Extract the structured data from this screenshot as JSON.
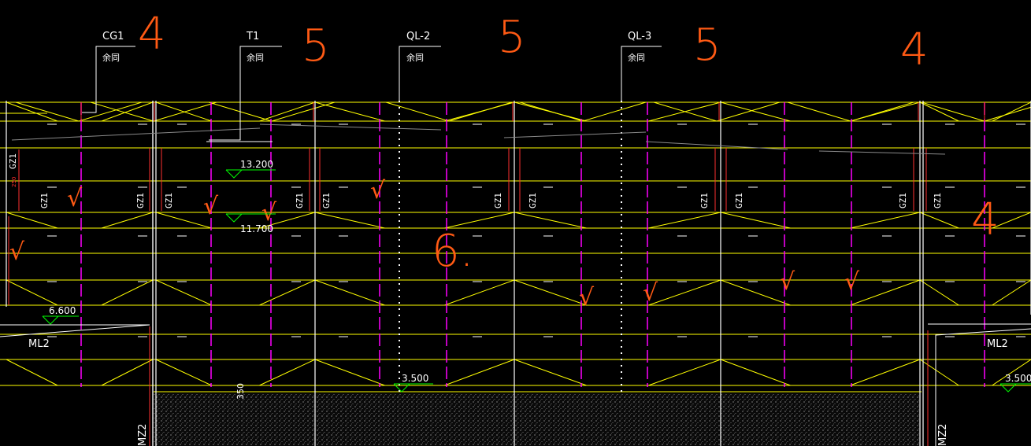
{
  "colors": {
    "background": "#000000",
    "wall": "#ffffff",
    "beam": "#ffff00",
    "rebar": "#ff00ff",
    "red": "#ff3030",
    "annotation": "#ff5a14",
    "elev": "#00ff00"
  },
  "callouts": [
    {
      "name": "CG1",
      "sub": "余同",
      "number": "4"
    },
    {
      "name": "T1",
      "sub": "余同",
      "number": "5"
    },
    {
      "name": "QL-2",
      "sub": "余同",
      "number": "5"
    },
    {
      "name": "QL-3",
      "sub": "余同",
      "number": "5"
    },
    {
      "name": "",
      "sub": "",
      "number": "4"
    }
  ],
  "elevations": {
    "e13200": "13.200",
    "e11700": "11.700",
    "e6600": "6.600",
    "e3500a": "3.500",
    "e3500b": "3.500"
  },
  "labels": {
    "ml2_left": "ML2",
    "ml2_right": "ML2",
    "mz2_left": "MZ2",
    "mz2_right": "MZ2",
    "gz1": "GZ1",
    "dim_250": "250",
    "dim_350": "350"
  },
  "marks": {
    "six": "6.",
    "four_right": "4",
    "check": "√"
  }
}
